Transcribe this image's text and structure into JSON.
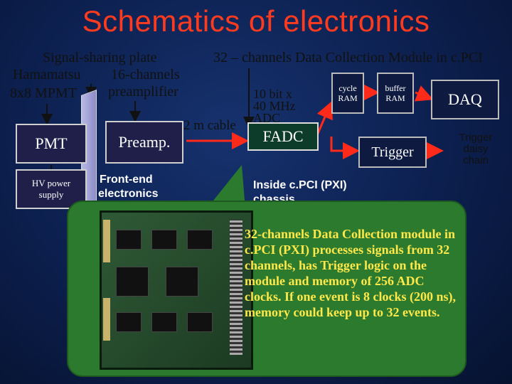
{
  "title": "Schematics of electronics",
  "labels": {
    "signal_sharing_plate": "Signal-sharing plate",
    "hamamatsu": "Hamamatsu",
    "mpmt": "8x8 MPMT",
    "channels16": "16-channels",
    "preamplifier": "preamplifier",
    "module": "32 – channels Data Collection Module in c.PCI",
    "bit": "10 bit x",
    "mhz": "40 MHz",
    "adc": "ADC",
    "cable": "2 m cable",
    "frontend_1": "Front-end",
    "frontend_2": "electronics",
    "inside_1": "Inside c.PCI (PXI)",
    "inside_2": "chassis",
    "trigger_daisy_1": "Trigger",
    "trigger_daisy_2": "daisy",
    "trigger_daisy_3": "chain"
  },
  "boxes": {
    "pmt": "PMT",
    "hv_line1": "HV power",
    "hv_line2": "supply",
    "preamp": "Preamp.",
    "fadc": "FADC",
    "cycle_1": "cycle",
    "cycle_2": "RAM",
    "buffer_1": "buffer",
    "buffer_2": "RAM",
    "daq": "DAQ",
    "trigger": "Trigger"
  },
  "callout": {
    "text": "32-channels Data Collection module in c.PCI (PXI) processes signals from 32 channels, has Trigger logic on the module and memory of 256 ADC clocks. If one event is 8 clocks (200 ns), memory could keep up to 32 events."
  },
  "colors": {
    "title": "#ff3b1f",
    "signal_arrow": "#ff2a1a",
    "callout_bg": "#2c7a2e",
    "callout_text": "#ffe84a"
  }
}
